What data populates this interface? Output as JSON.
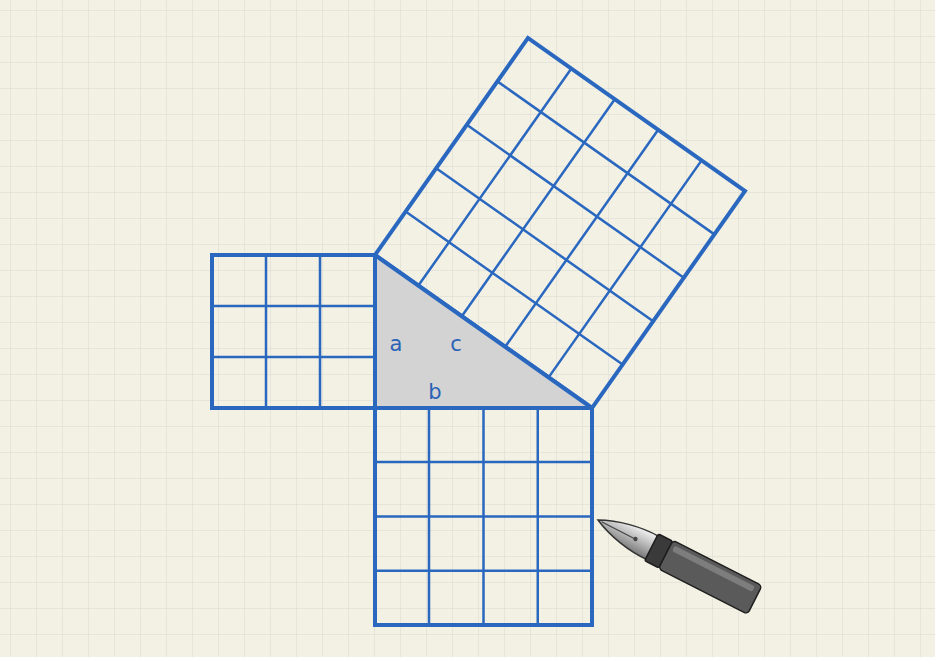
{
  "diagram": {
    "nodes": [
      {
        "text": [
          "a",
          "c",
          "b"
        ]
      }
    ]
  }
}
